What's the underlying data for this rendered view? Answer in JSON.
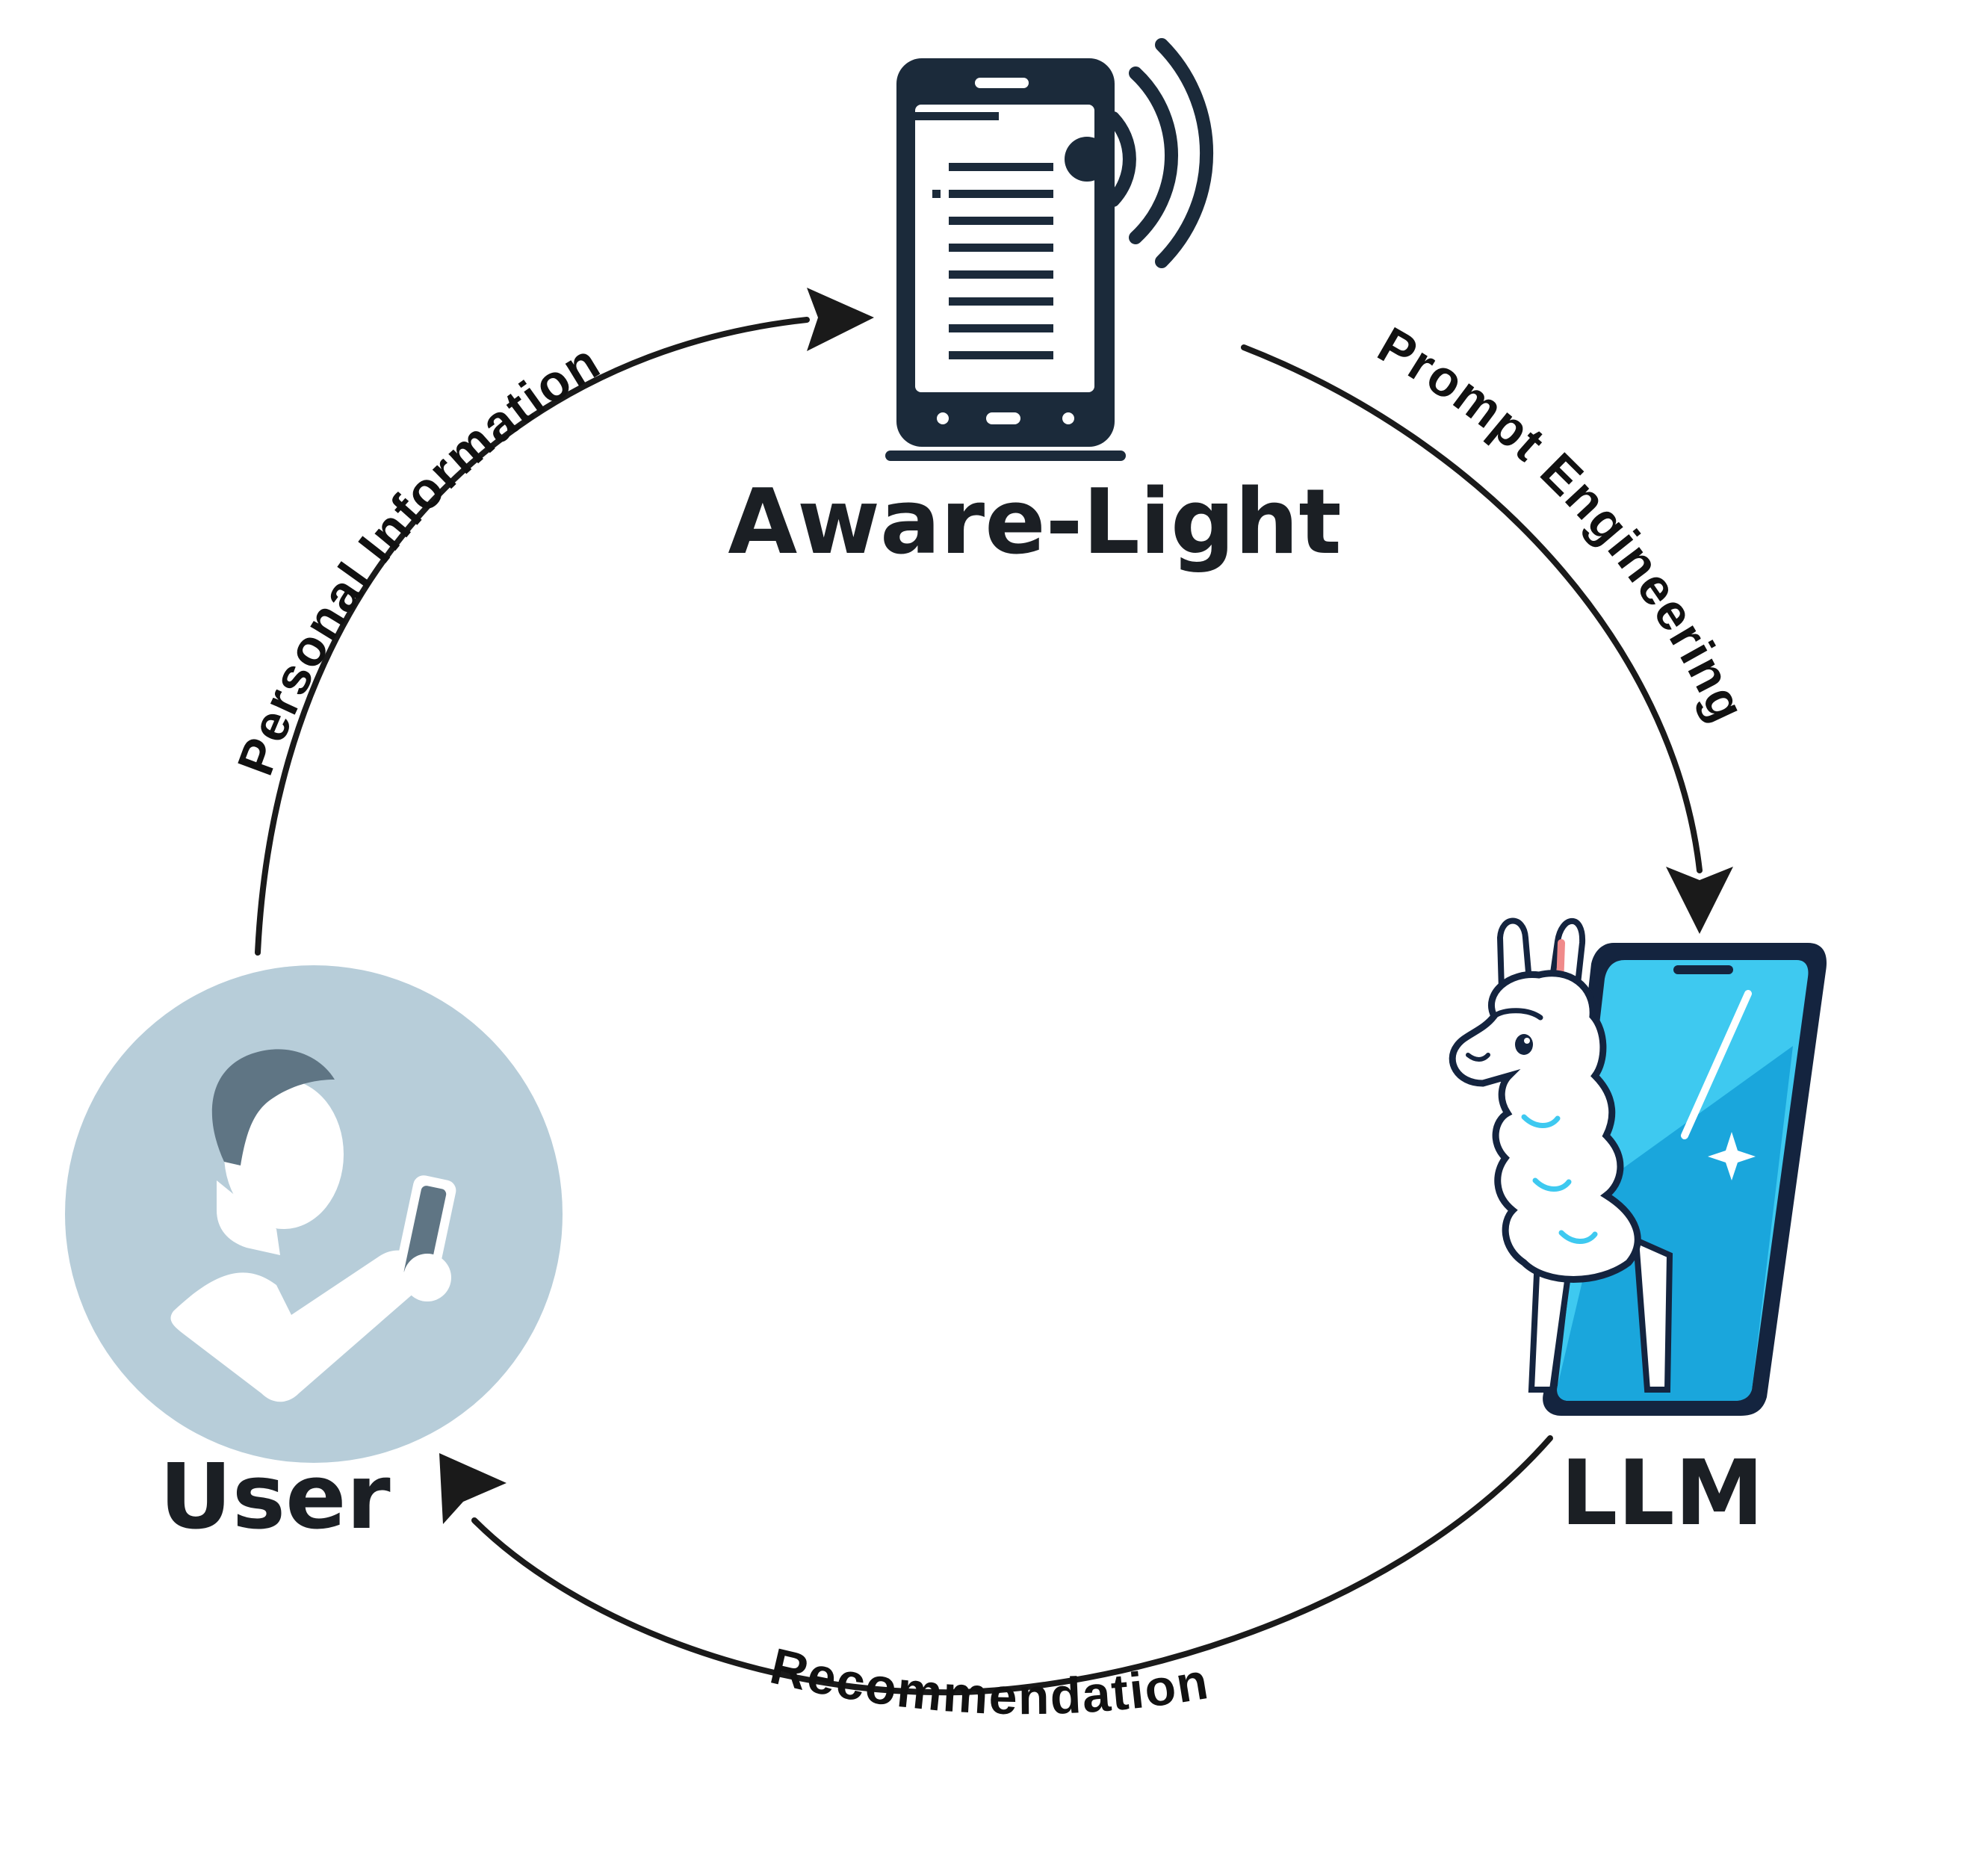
{
  "nodes": {
    "aware_light": {
      "label": "Aware-Light",
      "icon": "smartphone-signal-icon"
    },
    "llm": {
      "label": "LLM",
      "icon": "llama-phone-icon"
    },
    "user": {
      "label": "User",
      "icon": "user-with-phone-icon"
    }
  },
  "edges": {
    "personal_information": {
      "label": "Personal Information"
    },
    "prompt_engineering": {
      "label": "Prompt Engineering"
    },
    "recommendation": {
      "label": "Recommendation"
    }
  },
  "colors": {
    "ink": "#1b2a3a",
    "user_circle": "#b7cdd9",
    "user_hair": "#5f7584",
    "llm_screen": "#3ec9f0",
    "llm_screen_dark": "#1aa6dc",
    "llm_frame": "#14243f"
  }
}
